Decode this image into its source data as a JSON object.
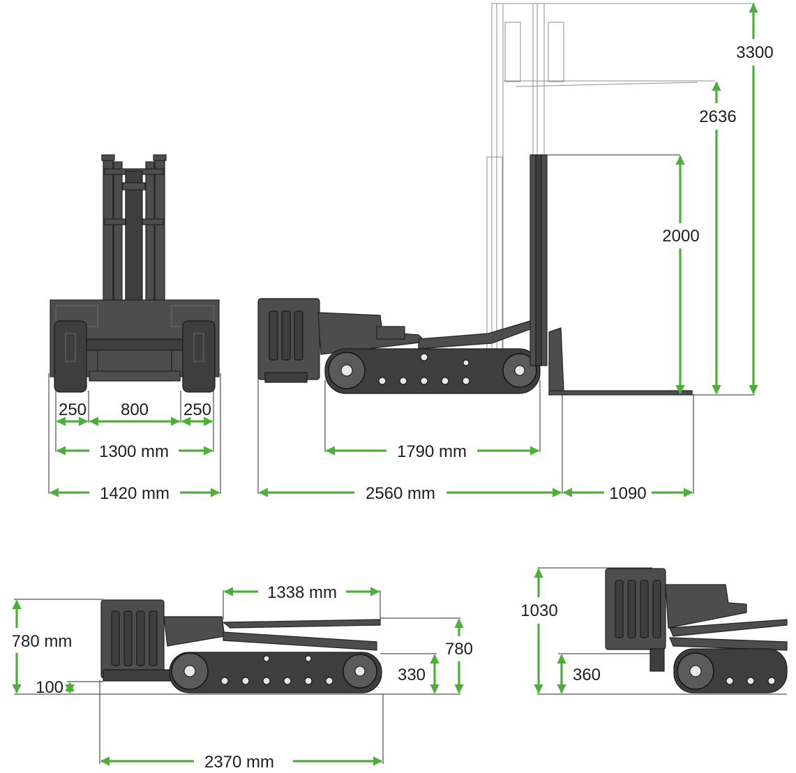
{
  "dimensions": {
    "front_track_left": "250",
    "front_inner": "800",
    "front_track_right": "250",
    "front_track_width": "1300 mm",
    "front_total_width": "1420 mm",
    "side_track_length": "1790 mm",
    "side_body_length": "2560 mm",
    "side_fork_length": "1090",
    "side_lift_2000": "2000",
    "side_lift_2636": "2636",
    "side_lift_3300": "3300",
    "lower_body_length": "1338 mm",
    "lower_height_780mm": "780 mm",
    "lower_height_780": "780",
    "lower_height_330": "330",
    "lower_clearance_100": "100",
    "lower_total_length": "2370 mm",
    "right_height_1030": "1030",
    "right_height_360": "360"
  },
  "colors": {
    "dimension_line": "#4caf3a",
    "machine_body": "#4d4d4d",
    "text": "#1d1d1d"
  }
}
